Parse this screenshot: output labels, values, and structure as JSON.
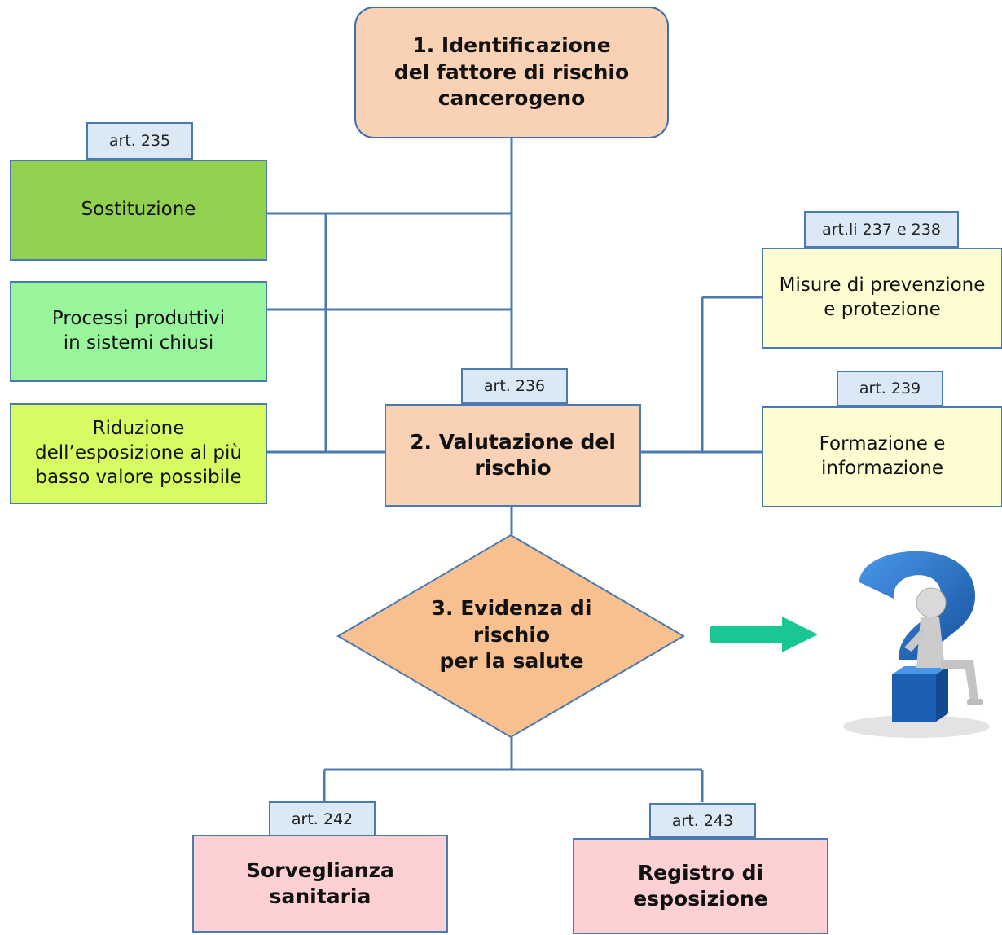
{
  "diagram": {
    "step1": {
      "label": "1. Identificazione\ndel fattore di rischio\ncancerogeno"
    },
    "step2": {
      "label": "2. Valutazione del\nrischio",
      "article": "art. 236"
    },
    "step3": {
      "label": "3. Evidenza di\nrischio\nper la salute"
    },
    "left_measures": [
      {
        "label": "Sostituzione",
        "article": "art. 235",
        "color": "#92d050"
      },
      {
        "label": "Processi produttivi\nin sistemi chiusi",
        "color": "#99f59b"
      },
      {
        "label": "Riduzione\ndell’esposizione al più\nbasso valore possibile",
        "color": "#d6fc62"
      }
    ],
    "right_measures": [
      {
        "label": "Misure di prevenzione\ne protezione",
        "article": "art.li 237 e 238",
        "color": "#fefdd1"
      },
      {
        "label": "Formazione e\ninformazione",
        "article": "art. 239",
        "color": "#fefdd1"
      }
    ],
    "outcomes": [
      {
        "label": "Sorveglianza\nsanitaria",
        "article": "art. 242"
      },
      {
        "label": "Registro di\nesposizione",
        "article": "art. 243"
      }
    ],
    "colors": {
      "connector": "#4a7ab0",
      "step_fill": "#f9d2b5",
      "diamond_fill": "#f9c08f",
      "outcome_fill": "#fdd0d4",
      "tag_fill": "#dbe9f6",
      "arrow": "#19c795",
      "question_mark": "#1f6dc9"
    },
    "icons": {
      "arrow": "right-arrow-icon",
      "figure": "thinking-person-question-mark-icon"
    }
  }
}
